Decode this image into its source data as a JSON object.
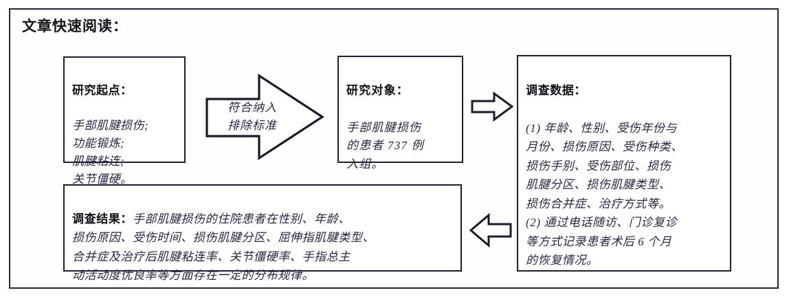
{
  "figure": {
    "title": "文章快速阅读："
  },
  "nodes": {
    "start": {
      "name": "研究起点：",
      "heading": "研究起点：",
      "body": "手部肌腱损伤;\n功能锻炼;\n肌腱粘连;\n关节僵硬。"
    },
    "subject": {
      "heading": "研究对象：",
      "body": "手部肌腱损伤\n的患者 737 例\n入组。"
    },
    "data": {
      "heading": "调查数据：",
      "body": "(1) 年龄、性别、受伤年份与\n月份、损伤原因、受伤种类、\n损伤手别、受伤部位、损伤\n肌腱分区、损伤肌腱类型、\n损伤合并症、治疗方式等。\n(2) 通过电话随访、门诊复诊\n等方式记录患者术后 6 个月\n的恢复情况。"
    },
    "result": {
      "heading": "调查结果：",
      "body": "手部肌腱损伤的住院患者在性别、年龄、\n损伤原因、受伤时间、损伤肌腱分区、屈伸指肌腱类型、\n合并症及治疗后肌腱粘连率、关节僵硬率、手指总主\n动活动度优良率等方面存在一定的分布规律。"
    }
  },
  "arrows": {
    "inclusion": {
      "label": "符合纳入\n排除标准",
      "direction": "right"
    },
    "to_data": {
      "label": "",
      "direction": "right"
    },
    "to_result": {
      "label": "",
      "direction": "left"
    }
  },
  "colors": {
    "frame": "#2b2436",
    "box_border": "#221c2e",
    "text": "#2a2440",
    "heading": "#141018",
    "background": "#ffffff"
  }
}
